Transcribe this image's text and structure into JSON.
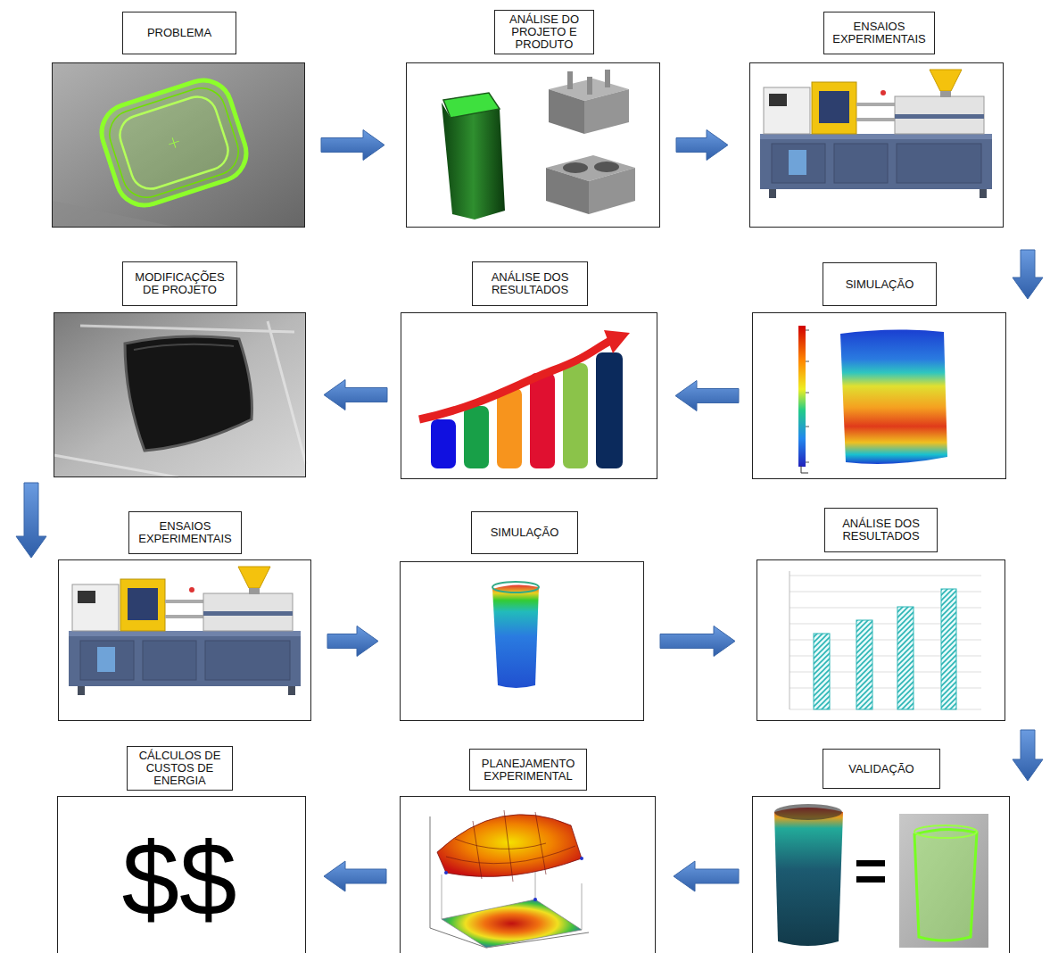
{
  "diagram": {
    "nodes": [
      {
        "text": [
          "PROBLEMA"
        ]
      },
      {
        "text": [
          "ANÁLISE DO PROJETO E PRODUTO"
        ]
      },
      {
        "text": [
          "ENSAIOS EXPERIMENTAIS"
        ]
      },
      {
        "text": [
          "SIMULAÇÃO"
        ]
      },
      {
        "text": [
          "ANÁLISE DOS RESULTADOS"
        ]
      },
      {
        "text": [
          "MODIFICAÇÕES DE PROJETO"
        ]
      },
      {
        "text": [
          "ENSAIOS EXPERIMENTAIS"
        ]
      },
      {
        "text": [
          "SIMULAÇÃO"
        ]
      },
      {
        "text": [
          "ANÁLISE DOS RESULTADOS"
        ]
      },
      {
        "text": [
          "VALIDAÇÃO",
          "="
        ]
      },
      {
        "text": [
          "PLANEJAMENTO EXPERIMENTAL"
        ]
      },
      {
        "text": [
          "CÁLCULOS DE CUSTOS DE ENERGIA",
          "$$"
        ]
      }
    ],
    "edges": [
      {
        "from": 0,
        "to": 1,
        "arrow": "to"
      },
      {
        "from": 1,
        "to": 2,
        "arrow": "to"
      },
      {
        "from": 2,
        "to": 3,
        "arrow": "to"
      },
      {
        "from": 3,
        "to": 4,
        "arrow": "to"
      },
      {
        "from": 4,
        "to": 5,
        "arrow": "to"
      },
      {
        "from": 5,
        "to": 6,
        "arrow": "to"
      },
      {
        "from": 6,
        "to": 7,
        "arrow": "to"
      },
      {
        "from": 7,
        "to": 8,
        "arrow": "to"
      },
      {
        "from": 8,
        "to": 9,
        "arrow": "to"
      },
      {
        "from": 9,
        "to": 10,
        "arrow": "to"
      },
      {
        "from": 10,
        "to": 11,
        "arrow": "to"
      }
    ]
  }
}
